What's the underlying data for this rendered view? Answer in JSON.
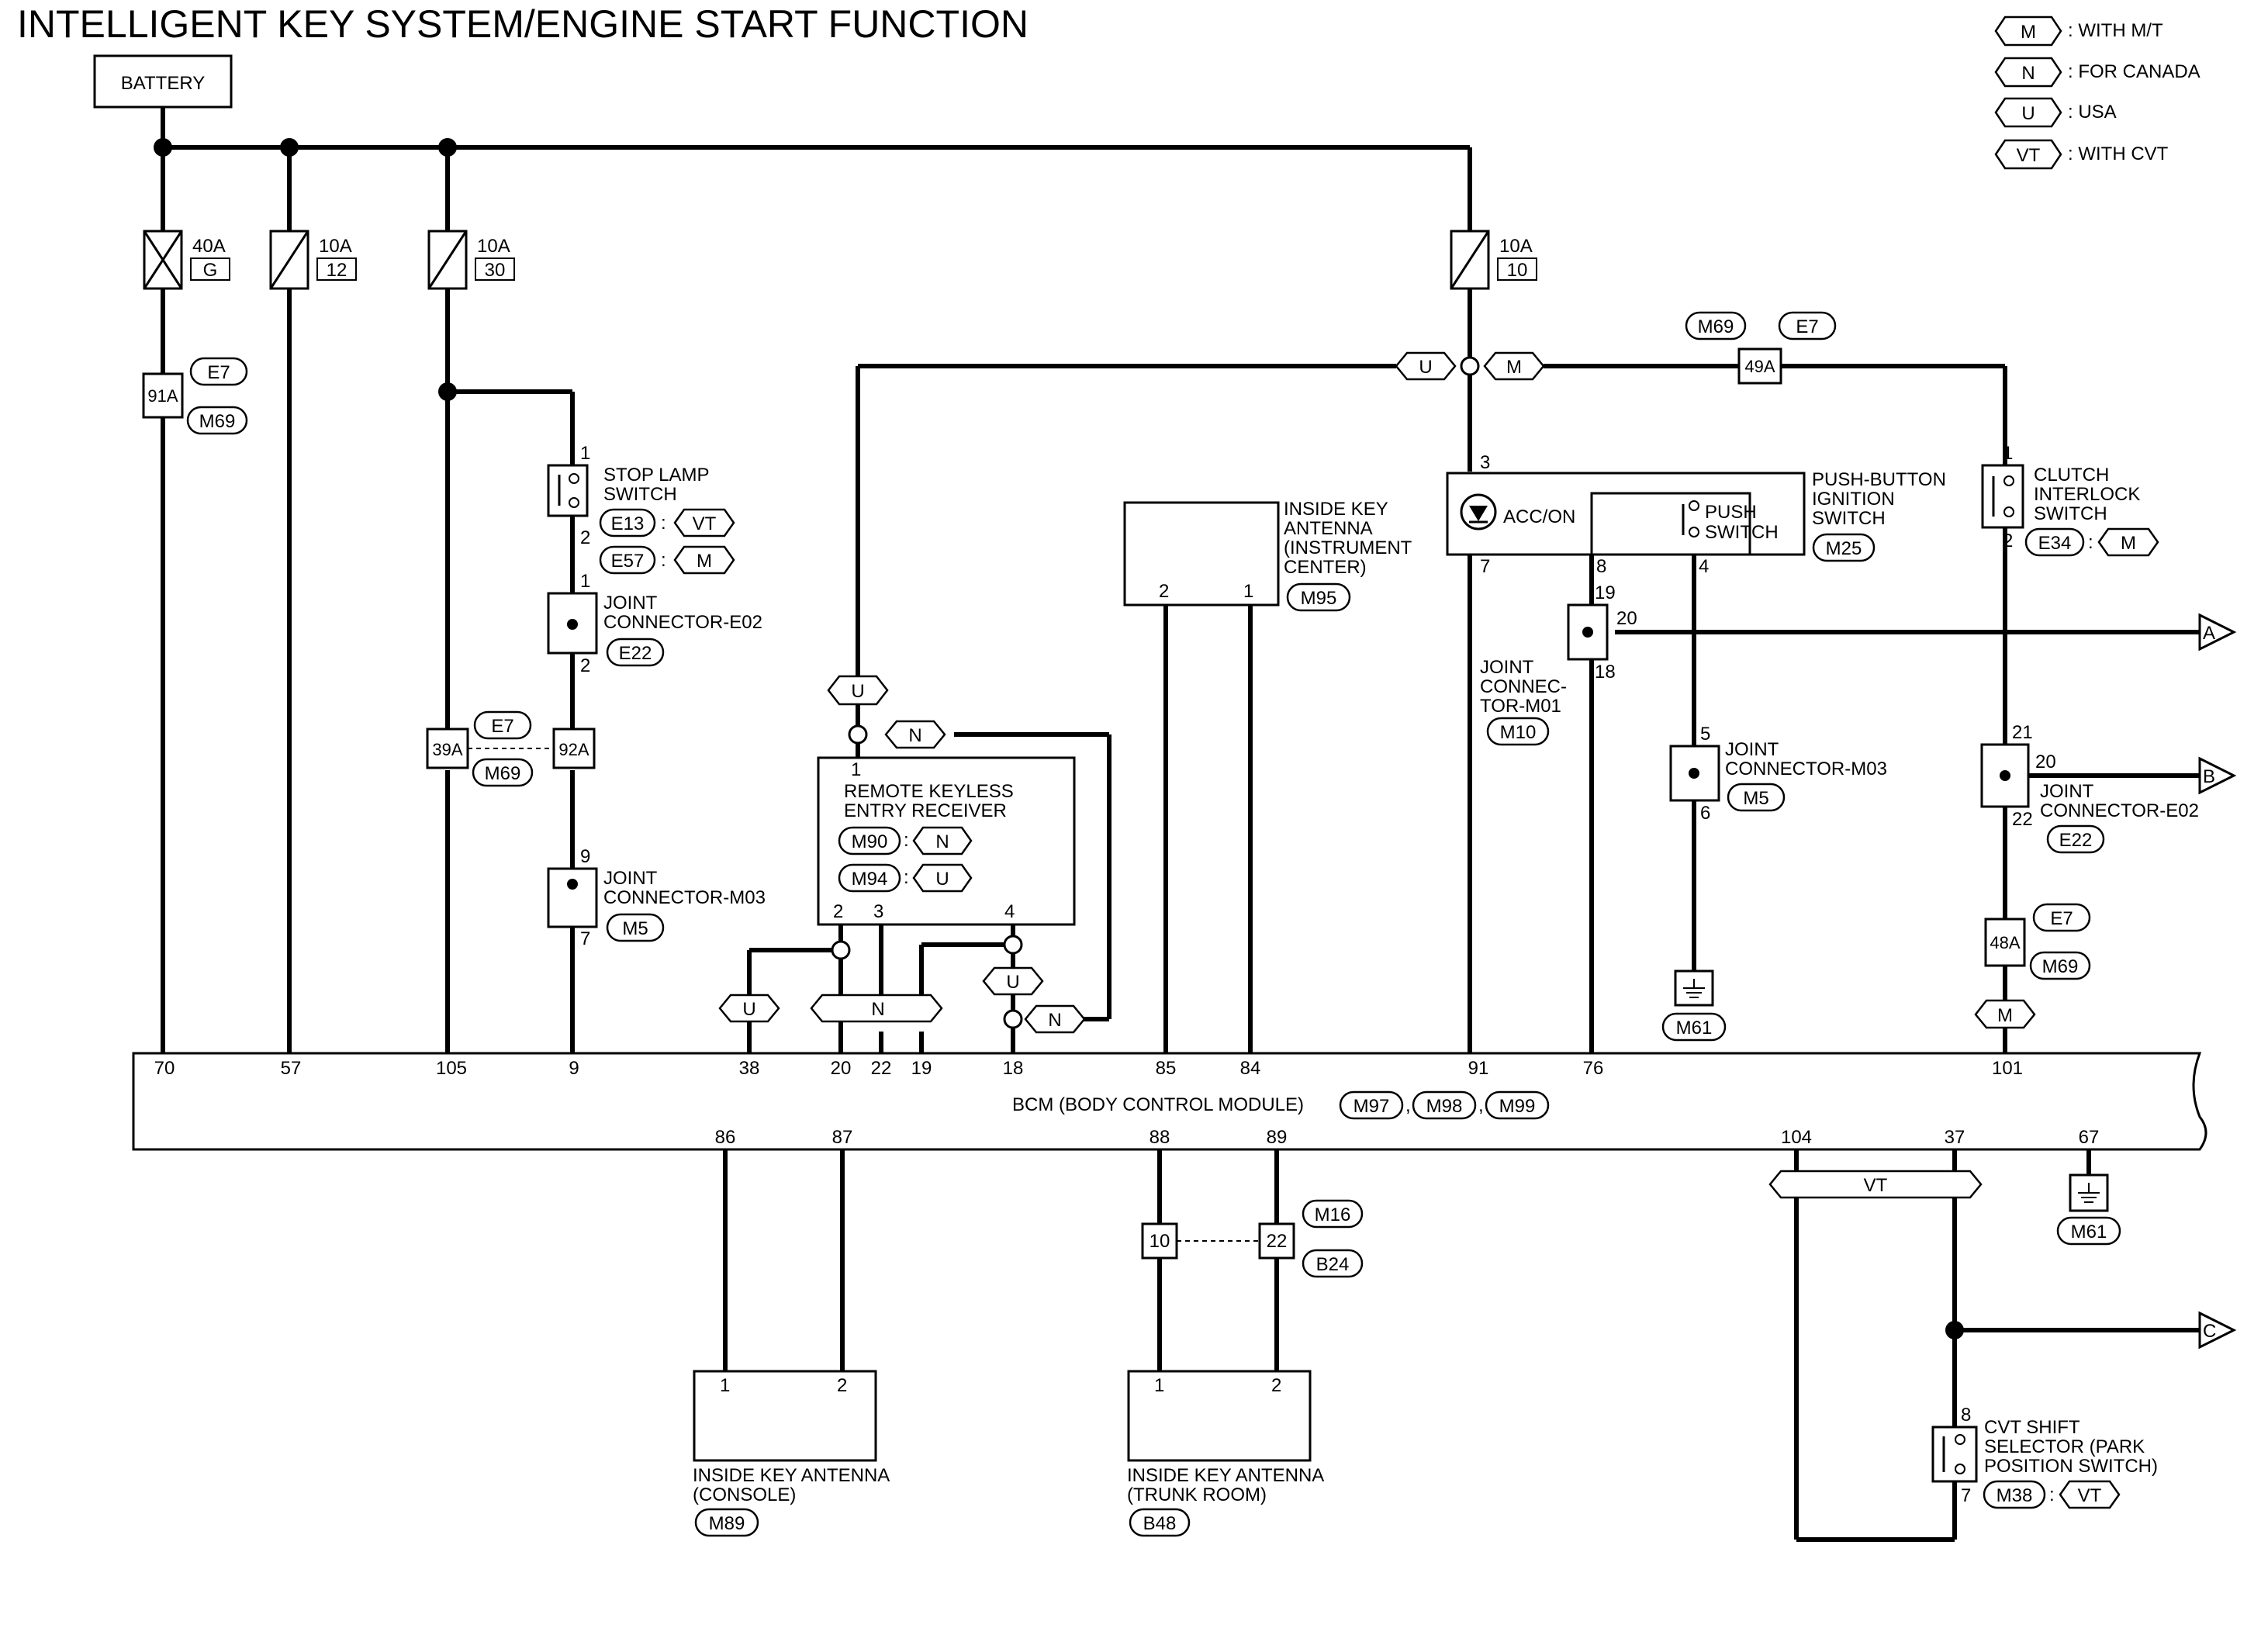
{
  "title": "INTELLIGENT KEY SYSTEM/ENGINE START FUNCTION",
  "battery": "BATTERY",
  "legend": [
    {
      "code": "M",
      "text": ": WITH M/T"
    },
    {
      "code": "N",
      "text": ": FOR CANADA"
    },
    {
      "code": "U",
      "text": ": USA"
    },
    {
      "code": "VT",
      "text": ": WITH CVT"
    }
  ],
  "fuses": [
    {
      "amp": "40A",
      "id": "G"
    },
    {
      "amp": "10A",
      "id": "12"
    },
    {
      "amp": "10A",
      "id": "30"
    },
    {
      "amp": "10A",
      "id": "10"
    }
  ],
  "connectors": {
    "c91A": "91A",
    "c39A": "39A",
    "c92A": "92A",
    "c49A": "49A",
    "c48A": "48A",
    "c10": "10",
    "c22": "22"
  },
  "tags": {
    "e7": "E7",
    "m69": "M69",
    "e13": "E13",
    "e57": "E57",
    "e22": "E22",
    "m5": "M5",
    "m90": "M90",
    "m94": "M94",
    "m95": "M95",
    "m25": "M25",
    "m10": "M10",
    "e34": "E34",
    "m61": "M61",
    "m97": "M97",
    "m98": "M98",
    "m99": "M99",
    "m16": "M16",
    "b24": "B24",
    "m89": "M89",
    "b48": "B48",
    "m38": "M38"
  },
  "codes": {
    "u": "U",
    "n": "N",
    "m": "M",
    "vt": "VT"
  },
  "components": {
    "stop_lamp_1": "STOP LAMP",
    "stop_lamp_2": "SWITCH",
    "jc_e02_1": "JOINT",
    "jc_e02_2": "CONNECTOR-E02",
    "jc_m03_1": "JOINT",
    "jc_m03_2": "CONNECTOR-M03",
    "rke_1": "REMOTE KEYLESS",
    "rke_2": "ENTRY RECEIVER",
    "ika_ic_1": "INSIDE KEY",
    "ika_ic_2": "ANTENNA",
    "ika_ic_3": "(INSTRUMENT",
    "ika_ic_4": "CENTER)",
    "acc_on": "ACC/ON",
    "push_1": "PUSH",
    "push_2": "SWITCH",
    "pbis_1": "PUSH-BUTTON",
    "pbis_2": "IGNITION",
    "pbis_3": "SWITCH",
    "clutch_1": "CLUTCH",
    "clutch_2": "INTERLOCK",
    "clutch_3": "SWITCH",
    "jc_m01_1": "JOINT",
    "jc_m01_2": "CONNEC-",
    "jc_m01_3": "TOR-M01",
    "jc_m03b_1": "JOINT",
    "jc_m03b_2": "CONNECTOR-M03",
    "jc_e02b_1": "JOINT",
    "jc_e02b_2": "CONNECTOR-E02",
    "bcm": "BCM (BODY CONTROL MODULE)",
    "ika_console_1": "INSIDE KEY ANTENNA",
    "ika_console_2": "(CONSOLE)",
    "ika_trunk_1": "INSIDE KEY ANTENNA",
    "ika_trunk_2": "(TRUNK ROOM)",
    "cvt_1": "CVT SHIFT",
    "cvt_2": "SELECTOR (PARK",
    "cvt_3": "POSITION SWITCH)"
  },
  "offpage": [
    "A",
    "B",
    "C"
  ],
  "bcm_pins_top": [
    "70",
    "57",
    "105",
    "9",
    "38",
    "20",
    "22",
    "19",
    "18",
    "85",
    "84",
    "91",
    "76",
    "101"
  ],
  "bcm_pins_bottom": [
    "86",
    "87",
    "88",
    "89",
    "104",
    "37",
    "67"
  ],
  "pins": {
    "p1": "1",
    "p2": "2",
    "p3": "3",
    "p4": "4",
    "p5": "5",
    "p6": "6",
    "p7": "7",
    "p8": "8",
    "p9": "9",
    "p18": "18",
    "p19": "19",
    "p20": "20",
    "p21": "21",
    "p22": "22"
  },
  "punct": {
    "colon": ":",
    "comma": ","
  }
}
